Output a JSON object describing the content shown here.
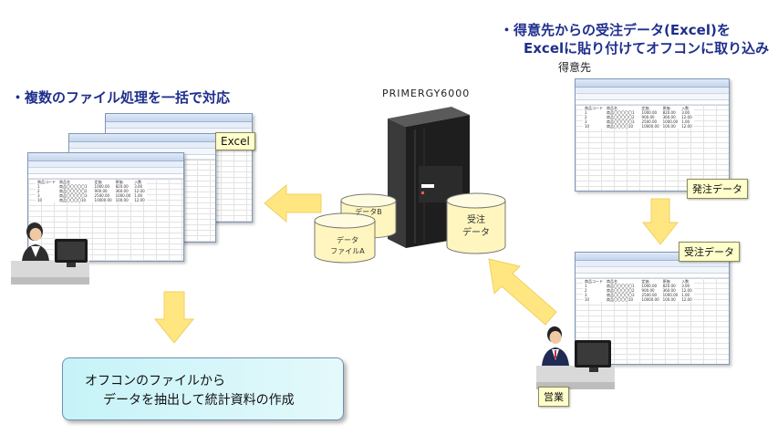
{
  "headings": {
    "left": "・複数のファイル処理を一括で対応",
    "right_line1": "・得意先からの受注データ(Excel)を",
    "right_line2": "Excelに貼り付けてオフコンに取り込み"
  },
  "labels": {
    "customer": "得意先",
    "server": "PRIMERGY6000",
    "excel_tag": "Excel",
    "order_tag": "発注データ",
    "received_tag": "受注データ",
    "sales_tag": "営業"
  },
  "cylinders": {
    "data_b": "データB",
    "file_a_line1": "データ",
    "file_a_line2": "ファイルA",
    "order_line1": "受注",
    "order_line2": "データ"
  },
  "result": {
    "line1": "オフコンのファイルから",
    "line2": "データを抽出して統計資料の作成"
  },
  "sheet": {
    "header": [
      "商品コード",
      "商品名",
      "",
      "定価",
      "原価",
      "入数"
    ],
    "rows": [
      [
        "1",
        "商品〇〇〇〇〇1",
        "",
        "1000.00",
        "820.00",
        "3.00"
      ],
      [
        "2",
        "商品〇〇〇〇〇2",
        "",
        "900.00",
        "360.00",
        "12.00"
      ],
      [
        "3",
        "商品〇〇〇〇〇3",
        "",
        "2500.00",
        "1000.00",
        "1.00"
      ],
      [
        "10",
        "商品〇〇〇〇10",
        "",
        "10000.00",
        "100.00",
        "12.00"
      ]
    ]
  },
  "colors": {
    "heading": "#1f2f8c",
    "arrow": "#ffe680",
    "tag_bg": "#ffffcc",
    "result_bg": "#c6f3f8"
  },
  "icons": [
    "person-at-computer-icon",
    "server-rack-icon",
    "database-cylinder-icon",
    "arrow-icon"
  ]
}
